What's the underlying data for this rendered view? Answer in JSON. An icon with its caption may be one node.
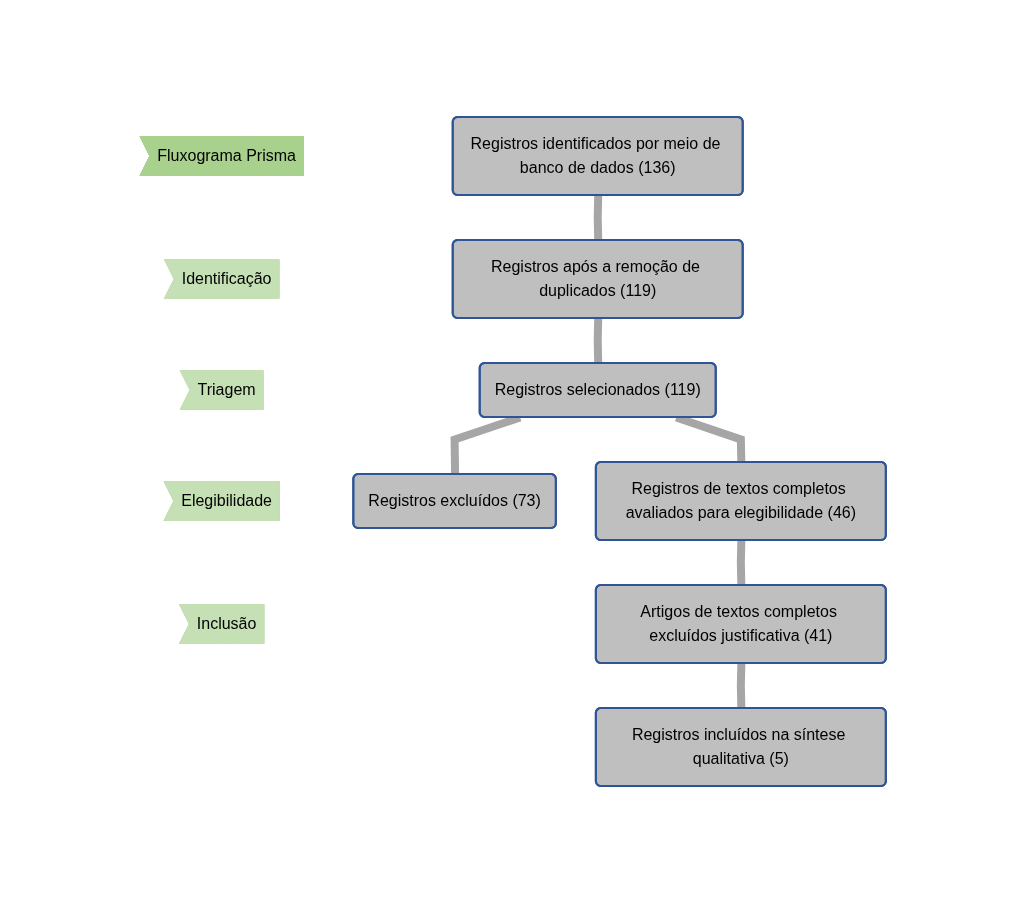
{
  "diagram": {
    "nodes": [
      {
        "text": [
          "Fluxograma Prisma"
        ]
      },
      {
        "text": [
          "Identificação"
        ]
      },
      {
        "text": [
          "Registros identificados por meio de banco de dados (136)"
        ]
      },
      {
        "text": [
          "Triagem"
        ]
      },
      {
        "text": [
          "Registros após a remoção de duplicados (119)"
        ]
      },
      {
        "text": [
          "Elegibilidade"
        ]
      },
      {
        "text": [
          "Registros selecionados (119)"
        ]
      },
      {
        "text": [
          "Registros excluídos (73)"
        ]
      },
      {
        "text": [
          "Inclusão"
        ]
      },
      {
        "text": [
          "Registros de textos completos avaliados para elegibilidade (46)"
        ]
      },
      {
        "text": [
          "Artigos de textos completos excluídos justificativa (41)"
        ]
      },
      {
        "text": [
          "Registros incluídos na síntese qualitativa (5)"
        ]
      }
    ],
    "edges": [
      {
        "from": 2,
        "to": 4,
        "arrow": "none"
      },
      {
        "from": 4,
        "to": 6,
        "arrow": "none"
      },
      {
        "from": 6,
        "to": 7,
        "arrow": "none"
      },
      {
        "from": 6,
        "to": 9,
        "arrow": "none"
      },
      {
        "from": 9,
        "to": 10,
        "arrow": "none"
      },
      {
        "from": 10,
        "to": 11,
        "arrow": "none"
      }
    ]
  }
}
